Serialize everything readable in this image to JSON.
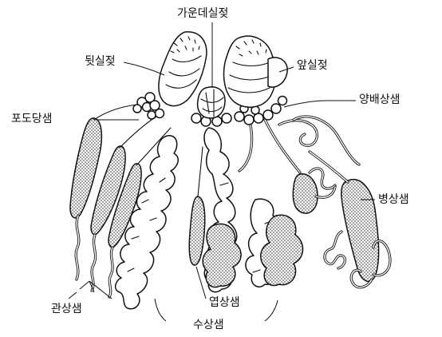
{
  "labels": {
    "middle_silk_gland": "가운데실젖",
    "posterior_spinneret": "뒷실젖",
    "anterior_spinneret": "앞실젖",
    "aciniform_gland": "포도당샘",
    "piriform_gland": "양배상샘",
    "ampullate_gland": "병상샘",
    "tubuliform_gland": "관상샘",
    "lobed_gland": "엽상샘",
    "aggregate_gland": "수상샘"
  }
}
